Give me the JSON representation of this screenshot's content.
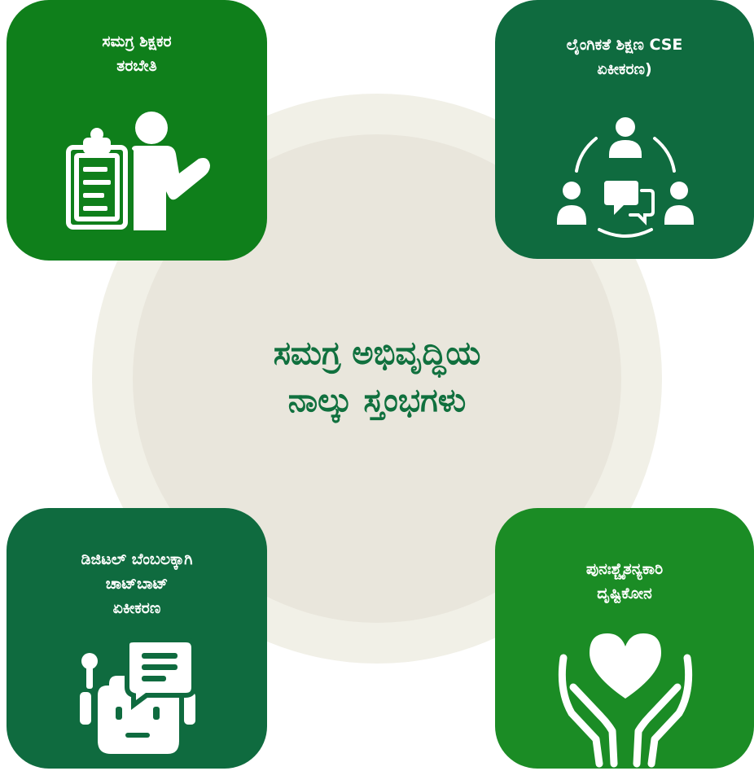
{
  "colors": {
    "card_bright_green": "#0f7f1b",
    "card_dark_green": "#0f6b3f",
    "card_mid_green": "#1b8c25",
    "ring": "#f1f0e7",
    "circle": "#e9e6dc",
    "title": "#10703e"
  },
  "center": {
    "line1": "ಸಮಗ್ರ ಅಭಿವೃದ್ಧಿಯ",
    "line2": "ನಾಲ್ಕು ಸ್ತಂಭಗಳು"
  },
  "cards": {
    "top_left": {
      "line1": "ಸಮಗ್ರ ಶಿಕ್ಷಕರ",
      "line2": "ತರಬೇತಿ",
      "icon": "teacher-clipboard-icon"
    },
    "top_right": {
      "line1": "ಲೈಂಗಿಕತೆ ಶಿಕ್ಷಣ CSE",
      "line2": "ಏಕೀಕರಣ)",
      "icon": "group-discussion-icon"
    },
    "bottom_left": {
      "line1": "ಡಿಜಿಟಲ್ ಬೆಂಬಲಕ್ಕಾಗಿ",
      "line2": "ಚಾಟ್‌ಬಾಟ್",
      "line3": "ಏಕೀಕರಣ",
      "icon": "chatbot-icon"
    },
    "bottom_right": {
      "line1": "ಪುನಃಶ್ಚೈತನ್ಯಕಾರಿ",
      "line2": "ದೃಷ್ಟಿಕೋನ",
      "icon": "hands-heart-icon"
    }
  }
}
